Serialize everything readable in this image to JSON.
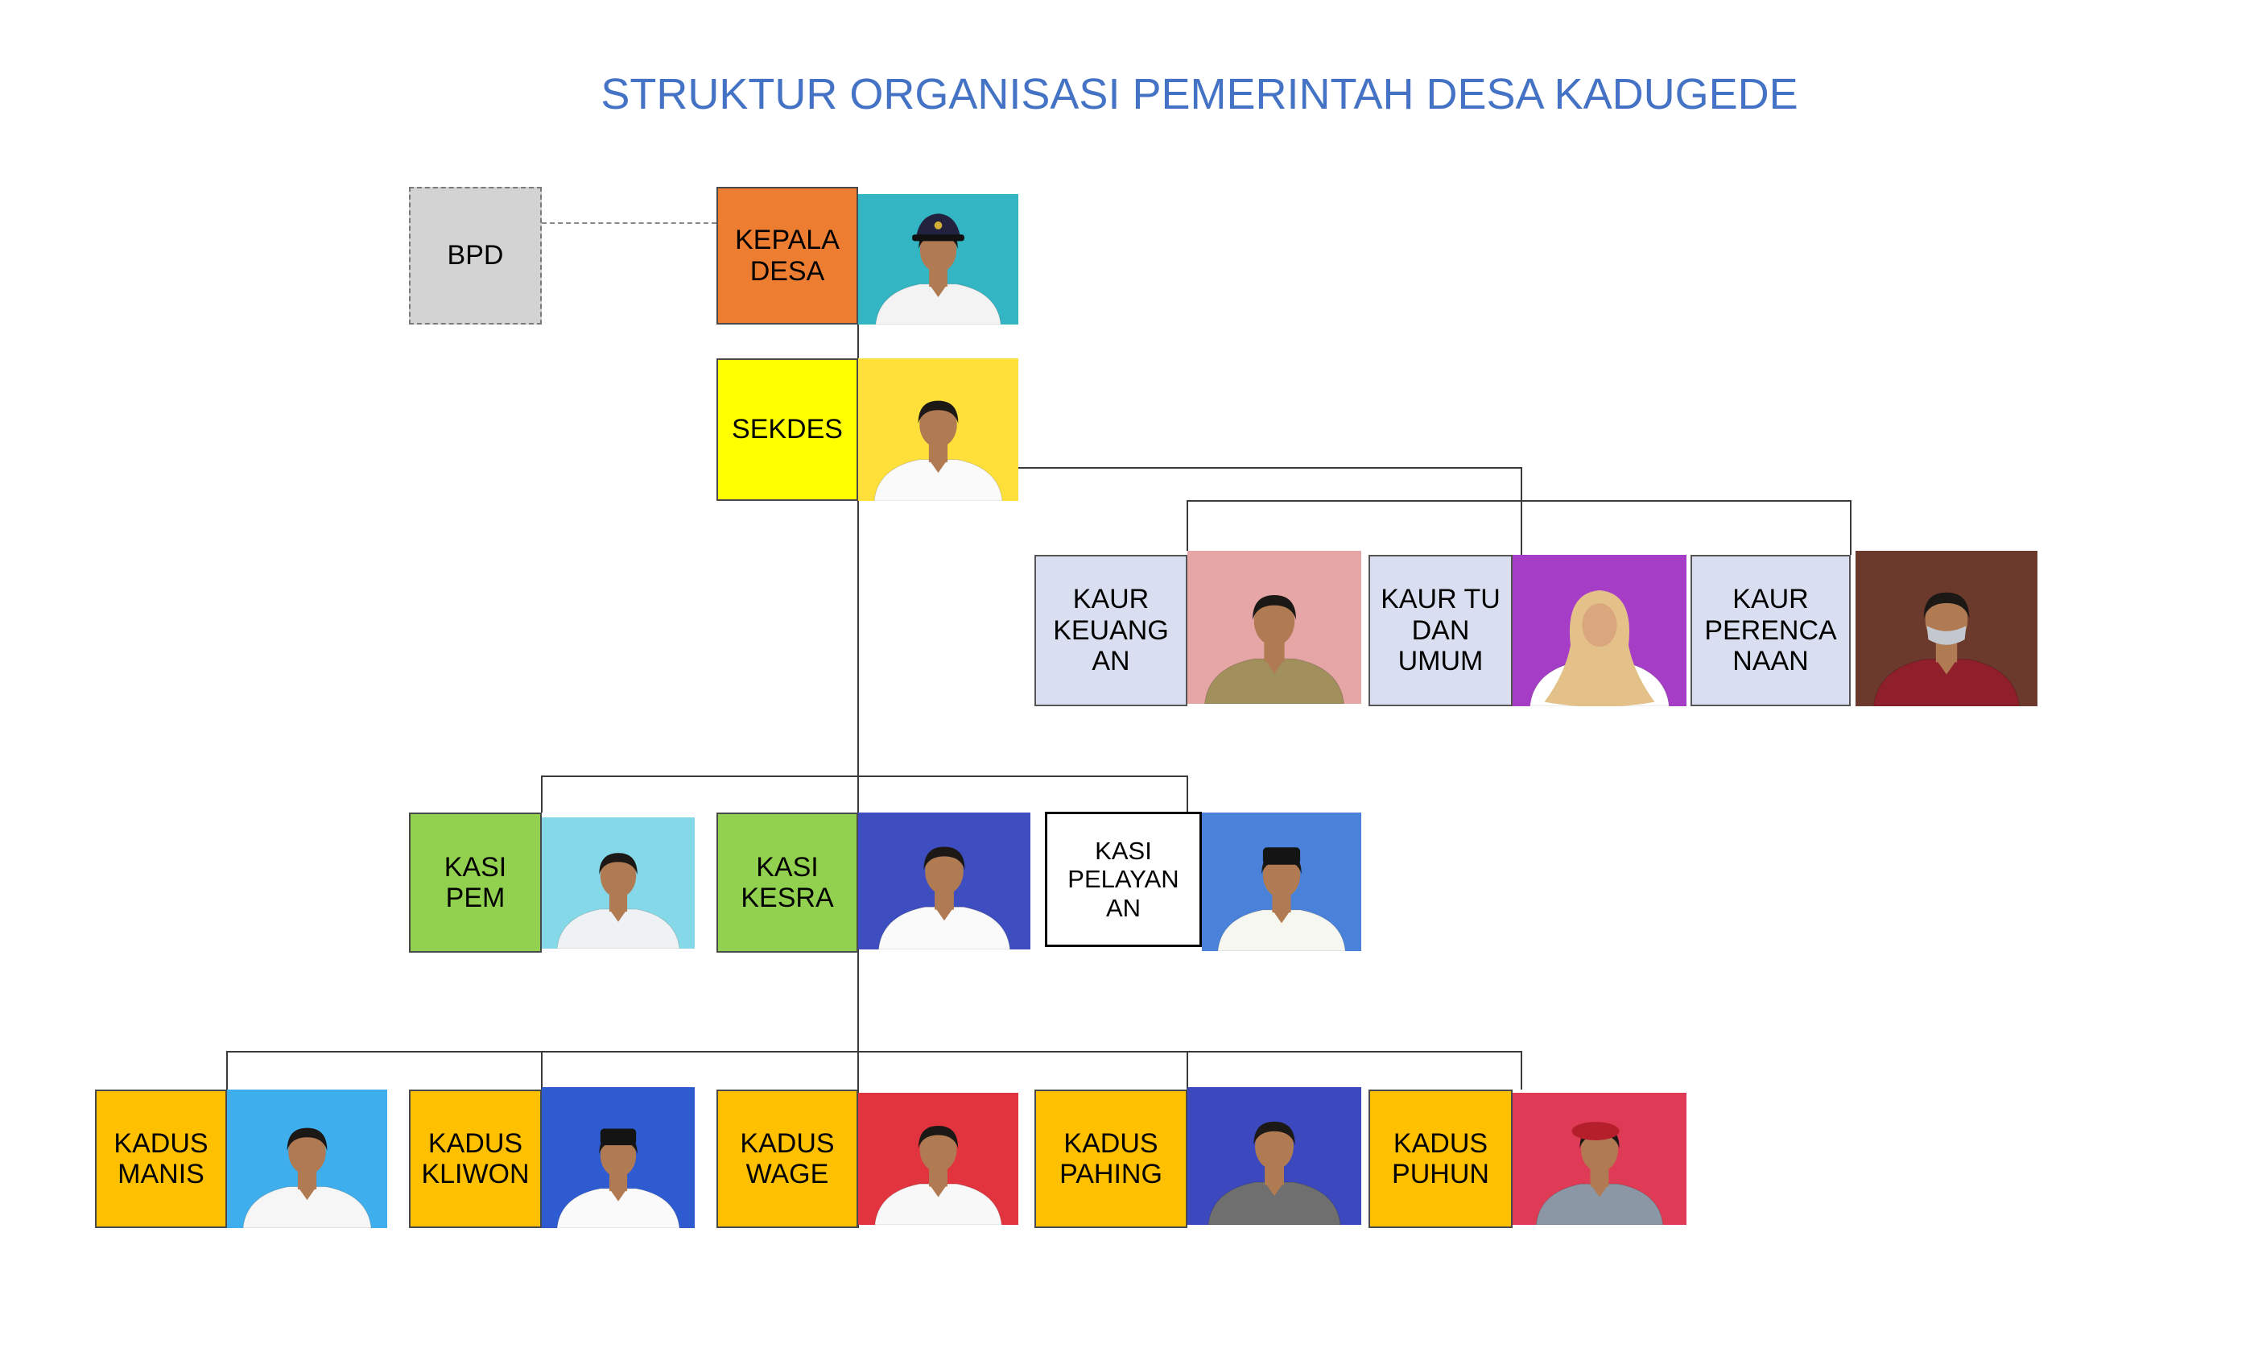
{
  "title": "STRUKTUR ORGANISASI PEMERINTAH DESA KADUGEDE",
  "colors": {
    "title": "#4472C4",
    "bpd": "#D3D3D3",
    "kepala_desa": "#ED7D31",
    "sekdes": "#FFFF00",
    "kaur": "#D9DFF1",
    "kasi": "#92D050",
    "kasi_pelayanan": "#FFFFFF",
    "kadus": "#FFC000"
  },
  "units": {
    "bpd": {
      "lines": [
        "BPD"
      ]
    },
    "kepala_desa": {
      "lines": [
        "KEPALA",
        "DESA"
      ],
      "photo": {
        "bg": "#33B5C4",
        "shirt": "#F3F3F3"
      }
    },
    "sekdes": {
      "lines": [
        "SEKDES"
      ],
      "photo": {
        "bg": "#FFE03A",
        "shirt": "#FAFAFA"
      }
    },
    "kaur_keuangan": {
      "lines": [
        "KAUR",
        "KEUANG",
        "AN"
      ],
      "photo": {
        "bg": "#E6A6A6",
        "shirt": "#A18F5C"
      }
    },
    "kaur_tu_umum": {
      "lines": [
        "KAUR TU",
        "DAN",
        "UMUM"
      ],
      "photo": {
        "bg": "#A53DC6",
        "shirt": "#FFFFFF"
      }
    },
    "kaur_perencanaan": {
      "lines": [
        "KAUR",
        "PERENCA",
        "NAAN"
      ],
      "photo": {
        "bg": "#6B3A2C",
        "shirt": "#8E1F2B"
      }
    },
    "kasi_pem": {
      "lines": [
        "KASI",
        "PEM"
      ],
      "photo": {
        "bg": "#84D8E8",
        "shirt": "#EEF2F4"
      }
    },
    "kasi_kesra": {
      "lines": [
        "KASI",
        "KESRA"
      ],
      "photo": {
        "bg": "#3E4EC0",
        "shirt": "#FAFAFA"
      }
    },
    "kasi_pelayanan": {
      "lines": [
        "KASI",
        "PELAYAN",
        "AN"
      ],
      "photo": {
        "bg": "#4A82DA",
        "shirt": "#F7F7F2"
      }
    },
    "kadus_manis": {
      "lines": [
        "KADUS",
        "MANIS"
      ],
      "photo": {
        "bg": "#3FAEEC",
        "shirt": "#F6F6F6"
      }
    },
    "kadus_kliwon": {
      "lines": [
        "KADUS",
        "KLIWON"
      ],
      "photo": {
        "bg": "#2F5BD0",
        "shirt": "#FAFAFA"
      }
    },
    "kadus_wage": {
      "lines": [
        "KADUS",
        "WAGE"
      ],
      "photo": {
        "bg": "#E2343F",
        "shirt": "#F8F8F8"
      }
    },
    "kadus_pahing": {
      "lines": [
        "KADUS",
        "PAHING"
      ],
      "photo": {
        "bg": "#3B48BE",
        "shirt": "#6F6F6F"
      }
    },
    "kadus_puhun": {
      "lines": [
        "KADUS",
        "PUHUN"
      ],
      "photo": {
        "bg": "#E03B56",
        "shirt": "#8C97A6"
      }
    }
  }
}
